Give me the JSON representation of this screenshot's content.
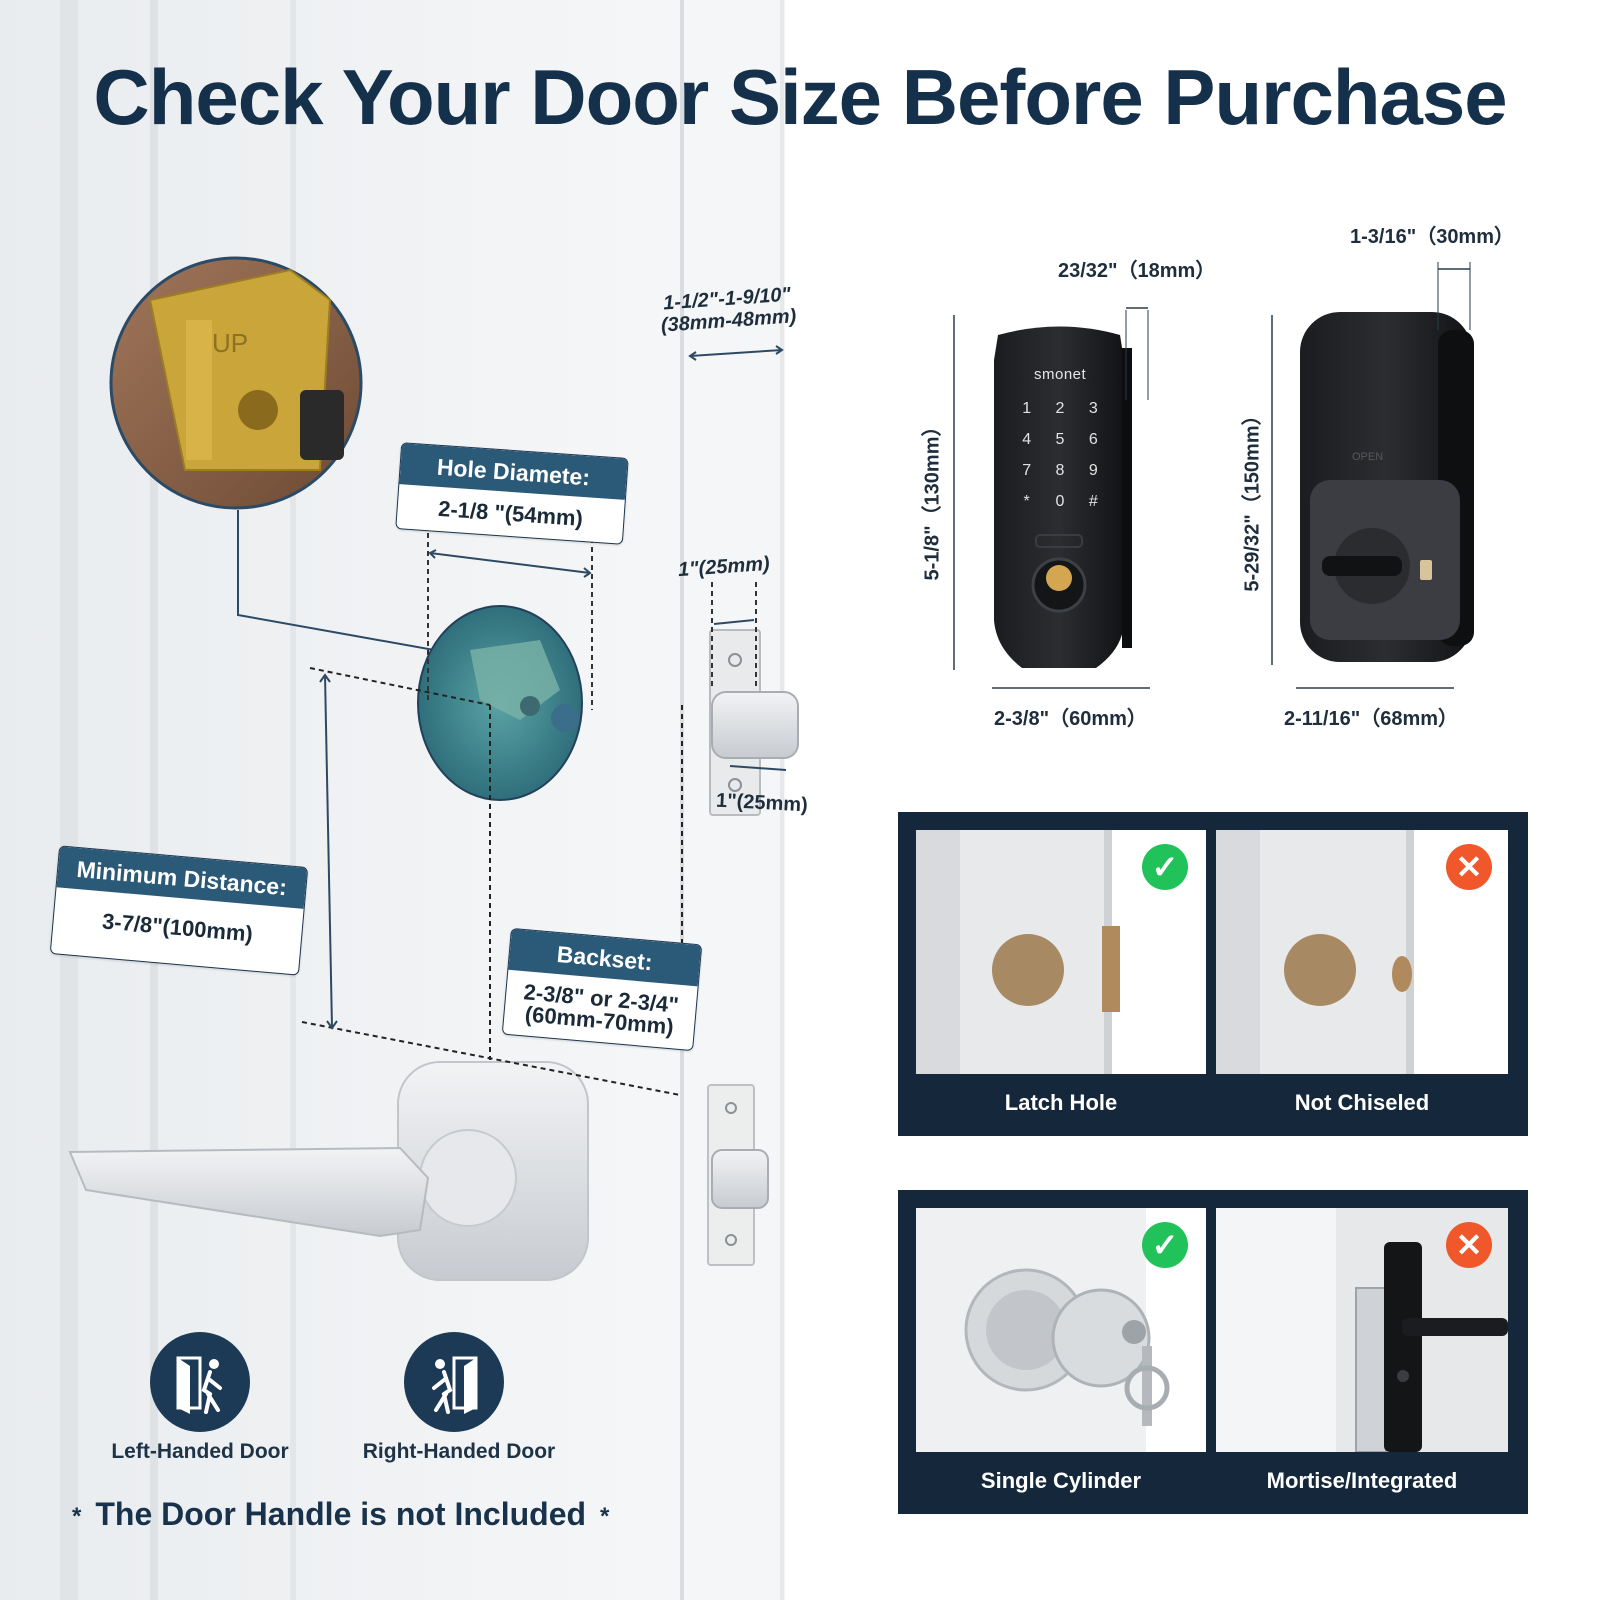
{
  "title": "Check Your Door Size Before Purchase",
  "brand": "smonet",
  "keypad_keys": [
    "1",
    "2",
    "3",
    "4",
    "5",
    "6",
    "7",
    "8",
    "9",
    "*",
    "0",
    "#"
  ],
  "door_diagram": {
    "thickness": {
      "line1": "1-1/2\"-1-9/10\"",
      "line2": "(38mm-48mm)"
    },
    "bolt_width": "1\"(25mm)",
    "bolt_extension": "1\"(25mm)",
    "strike_label": "UP",
    "hole_diameter": {
      "label": "Hole Diamete:",
      "value": "2-1/8 \"(54mm)"
    },
    "minimum_distance": {
      "label": "Minimum Distance:",
      "value": "3-7/8\"(100mm)"
    },
    "backset": {
      "label": "Backset:",
      "line1": "2-3/8\" or 2-3/4\"",
      "line2": "(60mm-70mm)"
    }
  },
  "front_lock": {
    "depth": "23/32\"（18mm）",
    "height": "5-1/8\"（130mm）",
    "width": "2-3/8\"（60mm）"
  },
  "back_lock": {
    "depth": "1-3/16\"（30mm）",
    "height": "5-29/32\"（150mm）",
    "width": "2-11/16\"（68mm）",
    "engraving": "OPEN"
  },
  "compatibility": {
    "row1": [
      {
        "label": "Latch Hole",
        "status": "ok"
      },
      {
        "label": "Not Chiseled",
        "status": "no"
      }
    ],
    "row2": [
      {
        "label": "Single Cylinder",
        "status": "ok"
      },
      {
        "label": "Mortise/Integrated",
        "status": "no"
      }
    ],
    "icons": {
      "ok": "✓",
      "no": "✕"
    },
    "colors": {
      "ok": "#22c25a",
      "no": "#f0582b",
      "panel": "#14273b"
    }
  },
  "door_handedness": {
    "left": "Left-Handed Door",
    "right": "Right-Handed Door"
  },
  "note": {
    "star": "*",
    "text": "The Door Handle is not Included"
  }
}
